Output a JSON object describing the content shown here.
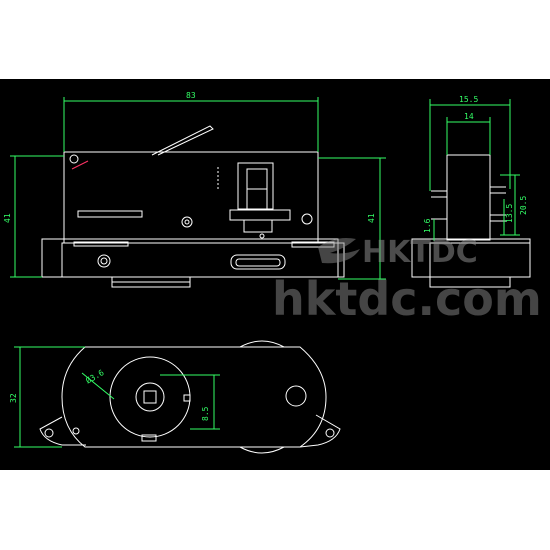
{
  "drawing": {
    "background": "#000000",
    "line_color": "#ffffff",
    "dimension_color": "#33ff66",
    "accent_color": "#ff3366"
  },
  "dimensions": {
    "front_width": "83",
    "front_height_left": "41",
    "front_height_right": "41",
    "side_width_outer": "15.5",
    "side_width_inner": "14",
    "side_height_a": "20.5",
    "side_height_b": "13.5",
    "side_height_c": "1.6",
    "bottom_height": "32",
    "bottom_diameter": "Ø3.6",
    "bottom_offset": "8.5"
  },
  "watermark": {
    "logo_text": "HKTDC",
    "site_text": "hktdc.com"
  }
}
